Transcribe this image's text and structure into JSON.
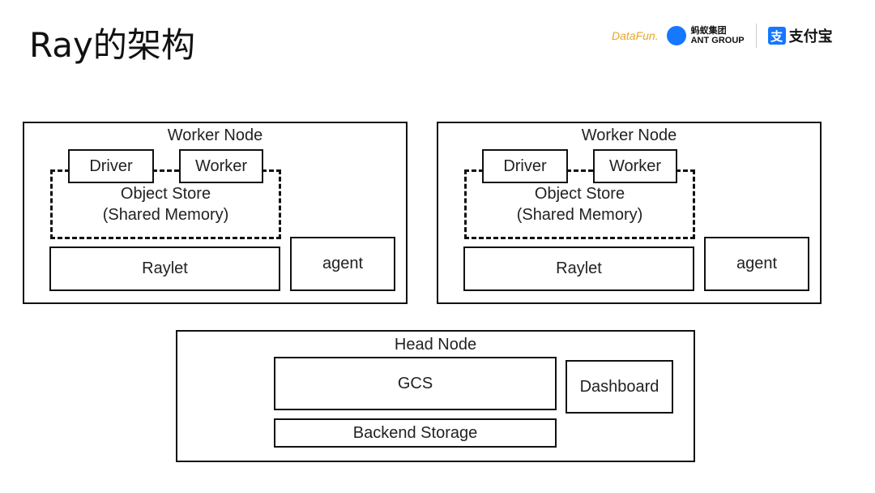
{
  "slide": {
    "title": "Ray的架构"
  },
  "logos": {
    "datafun": "DataFun.",
    "ant_cn": "蚂蚁集团",
    "ant_en": "ANT GROUP",
    "alipay_mark": "支",
    "alipay": "支付宝"
  },
  "worker_nodes": [
    {
      "label": "Worker Node",
      "driver": "Driver",
      "worker": "Worker",
      "object_store": "Object Store",
      "object_store_sub": "(Shared Memory)",
      "raylet": "Raylet",
      "agent": "agent"
    },
    {
      "label": "Worker Node",
      "driver": "Driver",
      "worker": "Worker",
      "object_store": "Object Store",
      "object_store_sub": "(Shared Memory)",
      "raylet": "Raylet",
      "agent": "agent"
    }
  ],
  "head_node": {
    "label": "Head Node",
    "gcs": "GCS",
    "backend_storage": "Backend Storage",
    "dashboard": "Dashboard"
  }
}
